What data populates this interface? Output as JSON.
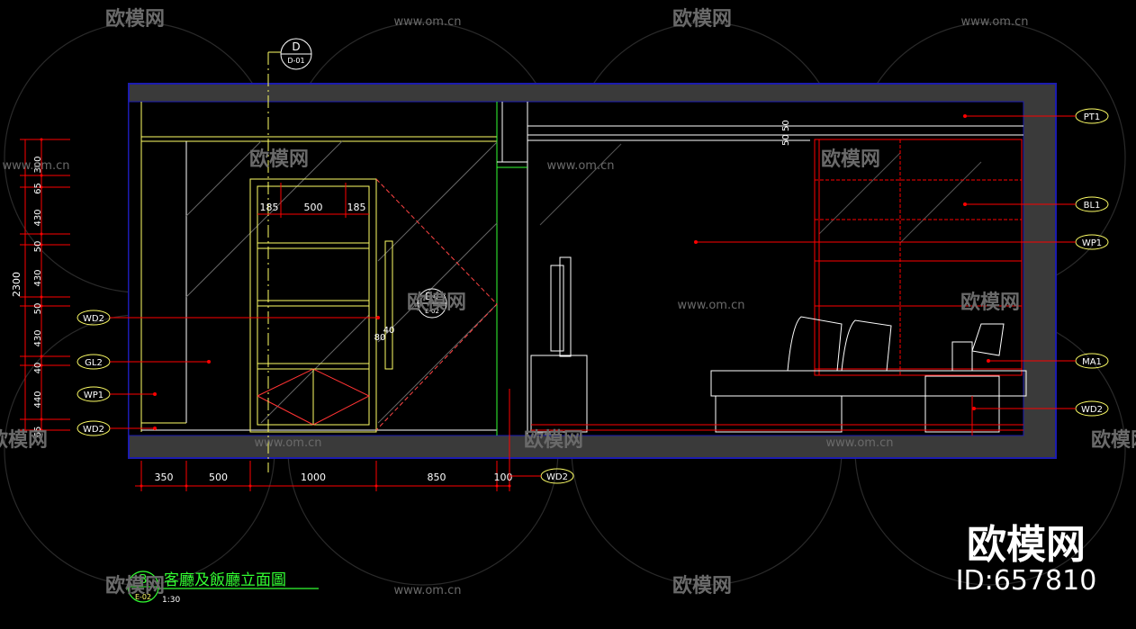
{
  "drawing": {
    "title": "客廳及飯廳立面圖",
    "section_mark": "B",
    "section_sheet": "E-02",
    "scale": "1:30",
    "top_mark": "D",
    "top_mark_ref": "D-01",
    "detail_mark": "D4",
    "detail_mark_ref": "E-02",
    "vertical_dims": [
      "300",
      "65",
      "430",
      "50",
      "430",
      "50",
      "430",
      "40",
      "440",
      "65"
    ],
    "total_height": "2300",
    "horizontal_dims": [
      "350",
      "500",
      "1000",
      "850",
      "100"
    ],
    "door_dims": [
      "185",
      "500",
      "185"
    ],
    "small_dims": [
      "40",
      "80"
    ],
    "ceiling_dims": [
      "50",
      "50"
    ],
    "left_tags": [
      "WD2",
      "GL2",
      "WP1",
      "WD2"
    ],
    "right_tags": [
      "PT1",
      "BL1",
      "WP1",
      "MA1",
      "WD2"
    ],
    "bottom_tag": "WD2"
  },
  "watermark": {
    "brand": "欧模网",
    "site": "www.om.cn",
    "id": "ID:657810"
  },
  "colors": {
    "background": "#000000",
    "wall": "#3a3a3a",
    "frame_blue": "#1c1cb0",
    "red": "#ff0000",
    "yellow": "#ffff66",
    "white": "#ffffff",
    "green": "#33ff33"
  }
}
